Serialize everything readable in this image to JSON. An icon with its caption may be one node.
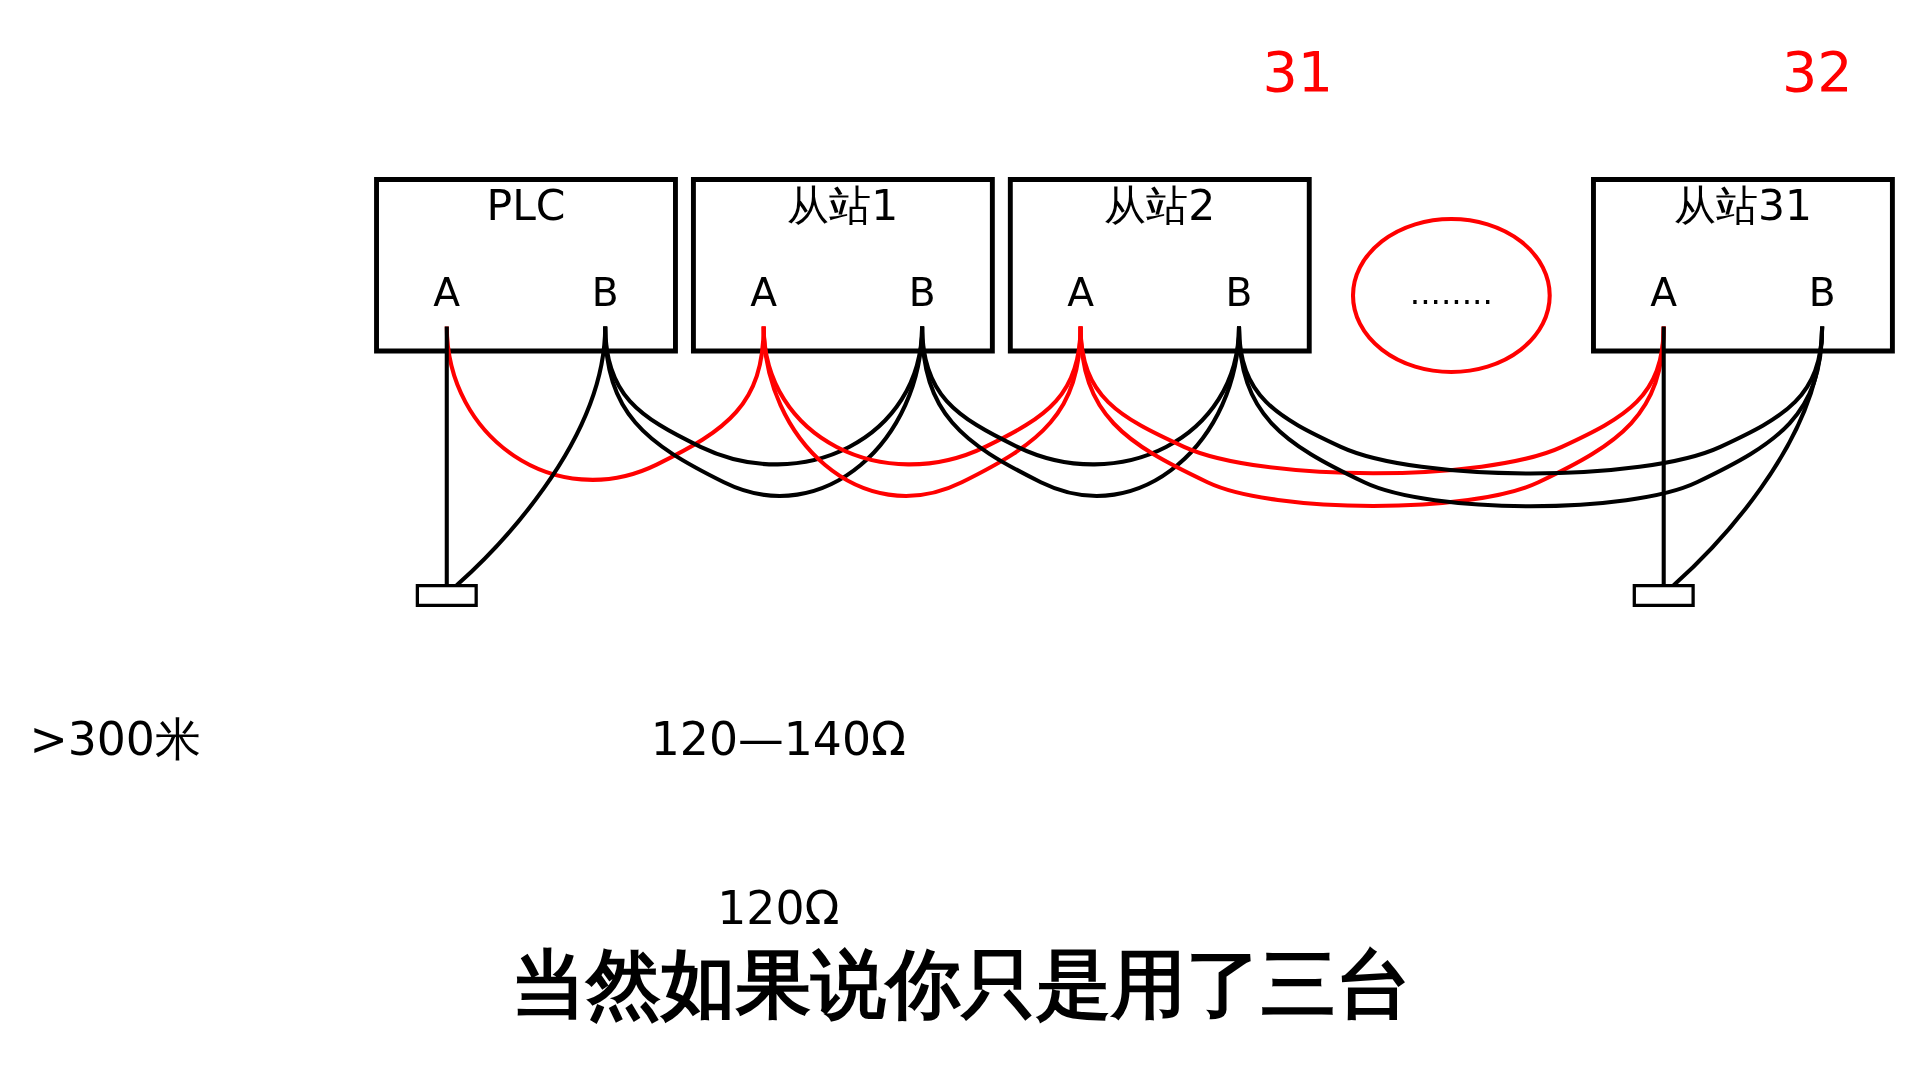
{
  "diagram": {
    "caption": "当然如果说你只是用了三台",
    "nodes": [
      {
        "text": [
          "PLC"
        ]
      },
      {
        "text": [
          "A"
        ],
        "in": 0
      },
      {
        "text": [
          "B"
        ],
        "in": 0
      },
      {
        "text": [
          "从站1"
        ]
      },
      {
        "text": [
          "A"
        ],
        "in": 3
      },
      {
        "text": [
          "B"
        ],
        "in": 3
      },
      {
        "text": [
          "从站2"
        ]
      },
      {
        "text": [
          "A"
        ],
        "in": 6
      },
      {
        "text": [
          "B"
        ],
        "in": 6
      },
      {
        "text": [
          "........"
        ]
      },
      {
        "text": [
          "从站31"
        ]
      },
      {
        "text": [
          "A"
        ],
        "in": 10
      },
      {
        "text": [
          "B"
        ],
        "in": 10
      },
      {
        "text": [],
        "shape": "box"
      },
      {
        "text": [],
        "shape": "box"
      }
    ],
    "edges": [
      {
        "from": 1,
        "to": 13,
        "arrow": "none"
      },
      {
        "from": 13,
        "to": 2,
        "arrow": "none"
      },
      {
        "from": 2,
        "to": 5,
        "arrow": "none"
      },
      {
        "from": 1,
        "to": 4,
        "arrow": "none",
        "color": "#ff0000"
      },
      {
        "from": 5,
        "to": 8,
        "arrow": "none"
      },
      {
        "from": 4,
        "to": 7,
        "arrow": "none",
        "color": "#ff0000"
      },
      {
        "from": 8,
        "to": 12,
        "arrow": "none"
      },
      {
        "from": 7,
        "to": 11,
        "arrow": "none",
        "color": "#ff0000"
      },
      {
        "from": 11,
        "to": 14,
        "arrow": "none"
      },
      {
        "from": 14,
        "to": 12,
        "arrow": "none"
      }
    ],
    "labels": [
      "31",
      "32",
      ">300米",
      "120—140Ω",
      "120Ω"
    ]
  }
}
